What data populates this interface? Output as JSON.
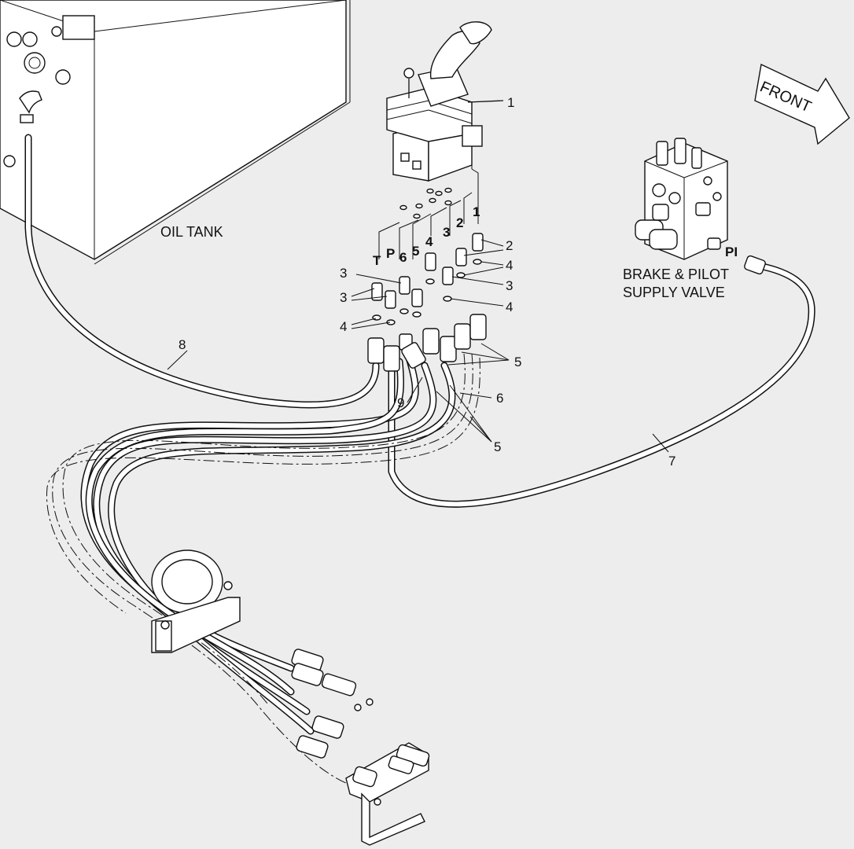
{
  "labels": {
    "oil_tank": "OIL TANK",
    "valve_line1": "BRAKE & PILOT",
    "valve_line2": "SUPPLY VALVE",
    "front": "FRONT"
  },
  "ports": {
    "t": "T",
    "p": "P",
    "p6": "6",
    "p5": "5",
    "p4": "4",
    "p3": "3",
    "p2": "2",
    "p1": "1",
    "pi": "PI"
  },
  "callouts": {
    "c1": "1",
    "c2": "2",
    "c3": "3",
    "c4": "4",
    "c5": "5",
    "c6": "6",
    "c7": "7",
    "c8": "8",
    "c9": "9"
  }
}
